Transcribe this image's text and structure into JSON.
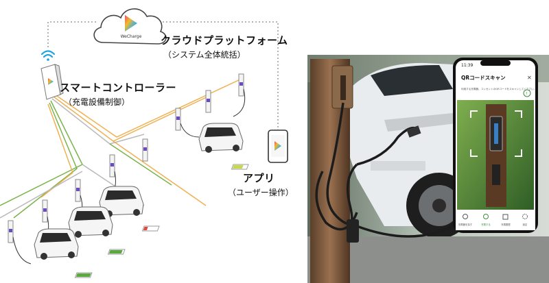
{
  "cloud": {
    "logo_text": "WeCharge",
    "title": "クラウドプラットフォーム",
    "subtitle": "（システム全体統括）"
  },
  "controller": {
    "title": "スマートコントローラー",
    "subtitle": "（充電設備制御）"
  },
  "app": {
    "title": "アプリ",
    "subtitle": "（ユーザー操作）"
  },
  "phone_screen": {
    "time": "11:39",
    "header": "QRコードスキャン",
    "instruction": "利用する充電器、コンセントのQRコードをスキャンしてください。",
    "tabs": [
      "充電器を探す",
      "充電する",
      "充電履歴",
      "設定"
    ]
  },
  "colors": {
    "cable_orange": "#f0b050",
    "cable_green": "#7ab34a",
    "cable_gray": "#b9b9b9",
    "accent_purple": "#6a4bc4",
    "phone_green": "#3c8a3c"
  }
}
